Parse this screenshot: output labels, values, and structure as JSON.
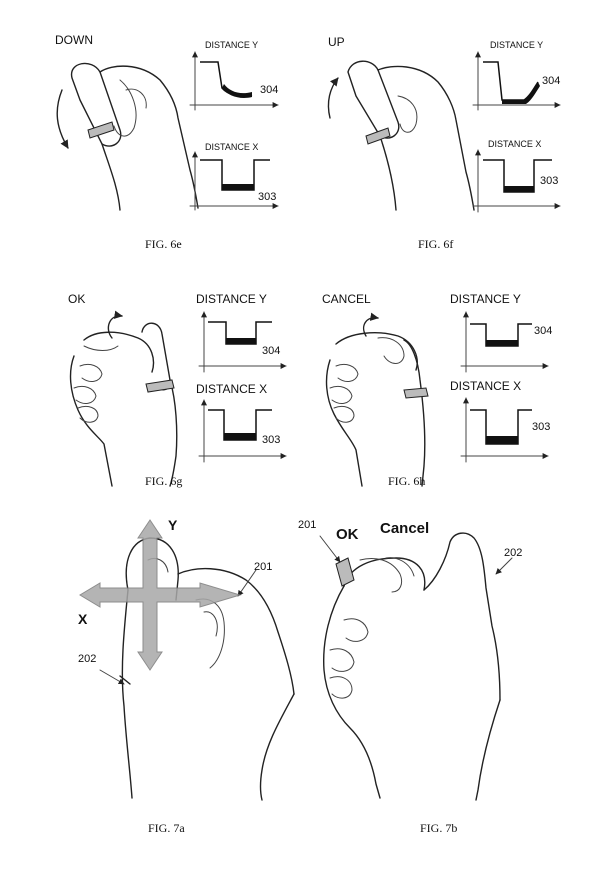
{
  "figures": {
    "fig6e": {
      "gesture": "DOWN",
      "caption": "FIG. 6e",
      "graph_y_label": "DISTANCE Y",
      "graph_y_ref": "304",
      "graph_x_label": "DISTANCE X",
      "graph_x_ref": "303"
    },
    "fig6f": {
      "gesture": "UP",
      "caption": "FIG. 6f",
      "graph_y_label": "DISTANCE Y",
      "graph_y_ref": "304",
      "graph_x_label": "DISTANCE X",
      "graph_x_ref": "303"
    },
    "fig6g": {
      "gesture": "OK",
      "caption": "FIG. 6g",
      "graph_y_label": "DISTANCE Y",
      "graph_y_ref": "304",
      "graph_x_label": "DISTANCE X",
      "graph_x_ref": "303"
    },
    "fig6h": {
      "gesture": "CANCEL",
      "caption": "FIG. 6h",
      "graph_y_label": "DISTANCE Y",
      "graph_y_ref": "304",
      "graph_x_label": "DISTANCE X",
      "graph_x_ref": "303"
    },
    "fig7a": {
      "caption": "FIG. 7a",
      "axis_y": "Y",
      "axis_x": "X",
      "ref_ring": "201",
      "ref_hand": "202"
    },
    "fig7b": {
      "caption": "FIG. 7b",
      "label_ok": "OK",
      "label_cancel": "Cancel",
      "ref_ring": "201",
      "ref_hand": "202"
    }
  },
  "colors": {
    "ink": "#111111",
    "arrow": "#a8a8a8",
    "ring": "#bbbbbb"
  }
}
